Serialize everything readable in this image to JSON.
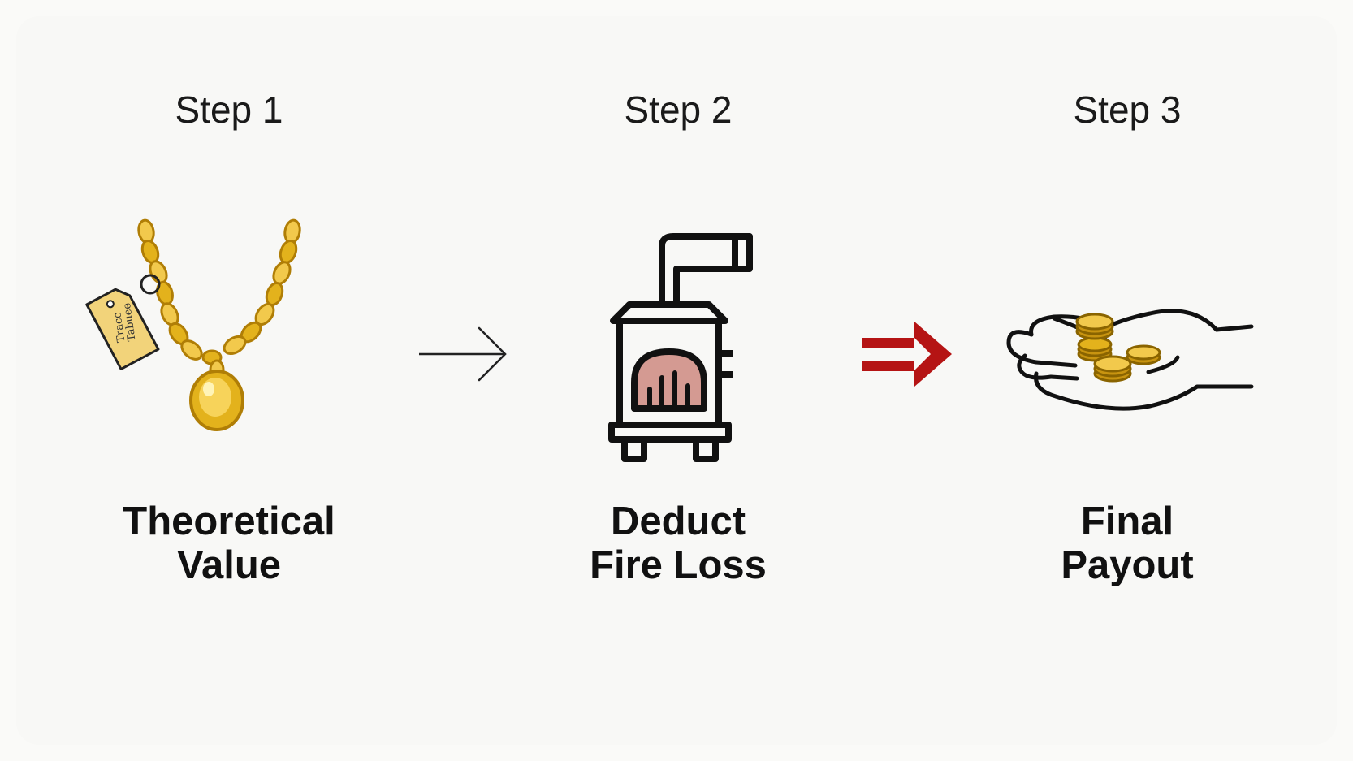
{
  "steps": [
    {
      "title": "Step 1",
      "caption_line1": "Theoretical",
      "caption_line2": "Value",
      "icon": "gold-necklace-with-tag-icon",
      "tag_text_line1": "Tracc",
      "tag_text_line2": "Tabuee"
    },
    {
      "title": "Step 2",
      "caption_line1": "Deduct",
      "caption_line2": "Fire Loss",
      "icon": "furnace-icon"
    },
    {
      "title": "Step 3",
      "caption_line1": "Final",
      "caption_line2": "Payout",
      "icon": "hand-with-coins-icon"
    }
  ],
  "connectors": [
    {
      "icon": "thin-arrow-icon",
      "color": "#222222"
    },
    {
      "icon": "double-arrow-icon",
      "color": "#b51414"
    }
  ],
  "colors": {
    "gold": "#e3b21c",
    "gold_dark": "#b07e06",
    "furnace_fire": "#d49a92",
    "arrow_red": "#b51414"
  }
}
